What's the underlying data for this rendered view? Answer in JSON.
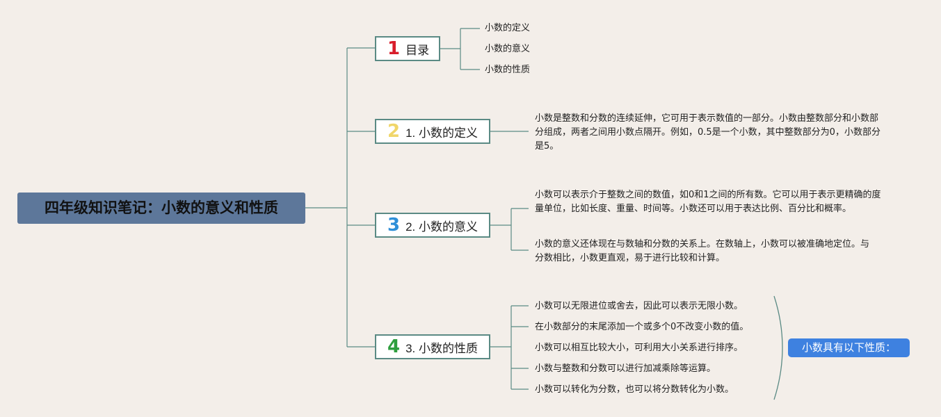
{
  "root": {
    "title": "四年级知识笔记：小数的意义和性质"
  },
  "branches": [
    {
      "number": "1",
      "number_color": "#d81e2c",
      "label": "目录",
      "leaves": [
        "小数的定义",
        "小数的意义",
        "小数的性质"
      ]
    },
    {
      "number": "2",
      "number_color": "#f0d66a",
      "label": "1. 小数的定义",
      "leaves": [
        "小数是整数和分数的连续延伸，它可用于表示数值的一部分。小数由整数部分和小数部分组成，两者之间用小数点隔开。例如，0.5是一个小数，其中整数部分为0，小数部分是5。"
      ]
    },
    {
      "number": "3",
      "number_color": "#2f8fd8",
      "label": "2. 小数的意义",
      "leaves": [
        "小数可以表示介于整数之间的数值，如0和1之间的所有数。它可以用于表示更精确的度量单位，比如长度、重量、时间等。小数还可以用于表达比例、百分比和概率。",
        "小数的意义还体现在与数轴和分数的关系上。在数轴上，小数可以被准确地定位。与分数相比，小数更直观，易于进行比较和计算。"
      ]
    },
    {
      "number": "4",
      "number_color": "#2e9e3e",
      "label": "3. 小数的性质",
      "leaves": [
        "小数可以无限进位或舍去，因此可以表示无限小数。",
        "在小数部分的末尾添加一个或多个0不改变小数的值。",
        "小数可以相互比较大小，可利用大小关系进行排序。",
        "小数与整数和分数可以进行加减乘除等运算。",
        "小数可以转化为分数，也可以将分数转化为小数。"
      ]
    }
  ],
  "callout": {
    "label": "小数具有以下性质："
  },
  "colors": {
    "background": "#f3eee9",
    "root_fill": "#5d779a",
    "connector": "#5a8a84",
    "callout_fill": "#3e81e0"
  }
}
